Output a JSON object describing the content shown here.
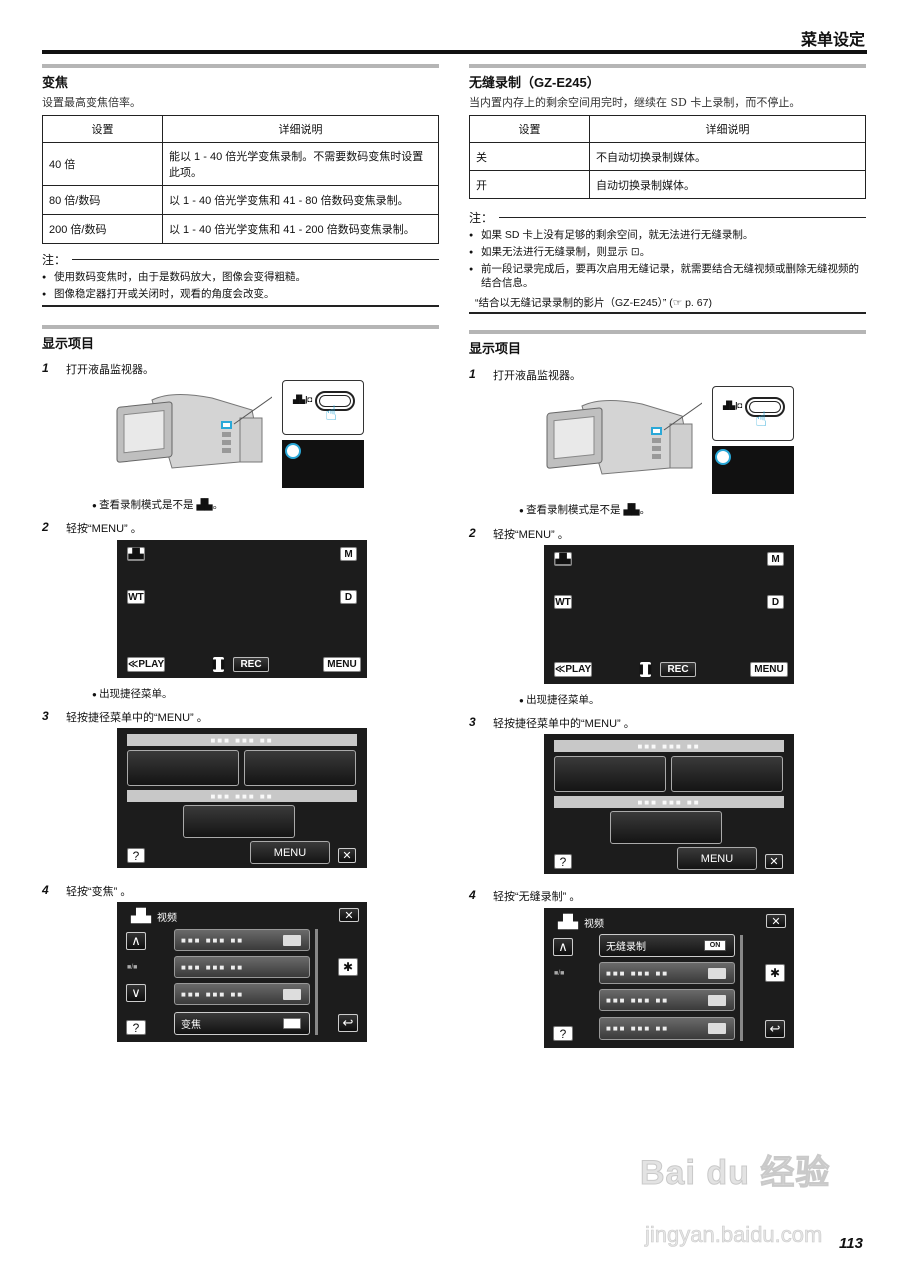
{
  "header": {
    "title": "菜单设定"
  },
  "left": {
    "section1": {
      "title": "变焦",
      "desc": "设置最高变焦倍率。",
      "table": {
        "headers": [
          "设置",
          "详细说明"
        ],
        "rows": [
          [
            "40 倍",
            "能以 1 - 40 倍光学变焦录制。不需要数码变焦时设置此项。"
          ],
          [
            "80 倍/数码",
            "以 1 - 40 倍光学变焦和 41 - 80 倍数码变焦录制。"
          ],
          [
            "200 倍/数码",
            "以 1 - 40 倍光学变焦和 41 - 200 倍数码变焦录制。"
          ]
        ]
      },
      "note_label": "注：",
      "notes": [
        "使用数码变焦时，由于是数码放大，图像会变得粗糙。",
        "图像稳定器打开或关闭时，观看的角度会改变。"
      ]
    },
    "section2": {
      "title": "显示项目",
      "steps": [
        {
          "num": "1",
          "text": "打开液晶监视器。"
        },
        {
          "num": "2",
          "text": "轻按“MENU” 。"
        },
        {
          "num": "3",
          "text": "轻按捷径菜单中的“MENU” 。"
        },
        {
          "num": "4",
          "text": "轻按“变焦” 。"
        }
      ],
      "bullets": [
        "查看录制模式是不是 ▟▙。",
        "出现捷径菜单。"
      ]
    },
    "menu_screen": {
      "header": "视频",
      "page_indicator": "■/■",
      "selected_item": "变焦"
    }
  },
  "right": {
    "section1": {
      "title": "无缝录制（GZ-E245）",
      "desc": "当内置内存上的剩余空间用完时，继续在 SD 卡上录制，而不停止。",
      "table": {
        "headers": [
          "设置",
          "详细说明"
        ],
        "rows": [
          [
            "关",
            "不自动切换录制媒体。"
          ],
          [
            "开",
            "自动切换录制媒体。"
          ]
        ]
      },
      "note_label": "注：",
      "notes": [
        "如果 SD 卡上没有足够的剩余空间，就无法进行无缝录制。",
        "如果无法进行无缝录制，则显示 ⊡。",
        "前一段记录完成后，要再次启用无缝记录，就需要结合无缝视频或删除无缝视频的结合信息。"
      ],
      "note_ref": "“结合以无缝记录录制的影片（GZ-E245）” (☞ p. 67)"
    },
    "section2": {
      "title": "显示项目",
      "steps": [
        {
          "num": "1",
          "text": "打开液晶监视器。"
        },
        {
          "num": "2",
          "text": "轻按“MENU” 。"
        },
        {
          "num": "3",
          "text": "轻按捷径菜单中的“MENU” 。"
        },
        {
          "num": "4",
          "text": "轻按“无缝录制” 。"
        }
      ],
      "bullets": [
        "查看录制模式是不是 ▟▙。",
        "出现捷径菜单。"
      ]
    },
    "menu_screen": {
      "header": "视频",
      "page_indicator": "■/■",
      "selected_item": "无缝录制",
      "selected_value": "ON"
    }
  },
  "lcd": {
    "mode_icon": "▟▙",
    "m_label": "M",
    "wt_label": "WT",
    "d_label": "D",
    "play_label": "≪PLAY",
    "pause_label": "❚❚",
    "rec_label": "REC",
    "menu_label": "MENU",
    "help_label": "?",
    "close_label": "✕",
    "blur_text": "■■■ ■■■ ■■",
    "up_label": "∧",
    "down_label": "∨",
    "gear_label": "✱",
    "back_label": "↩",
    "mode_switch": "▟▙|◘"
  },
  "page_number": "113",
  "watermark": {
    "brand": "Bai du 经验",
    "url": "jingyan.baidu.com"
  }
}
